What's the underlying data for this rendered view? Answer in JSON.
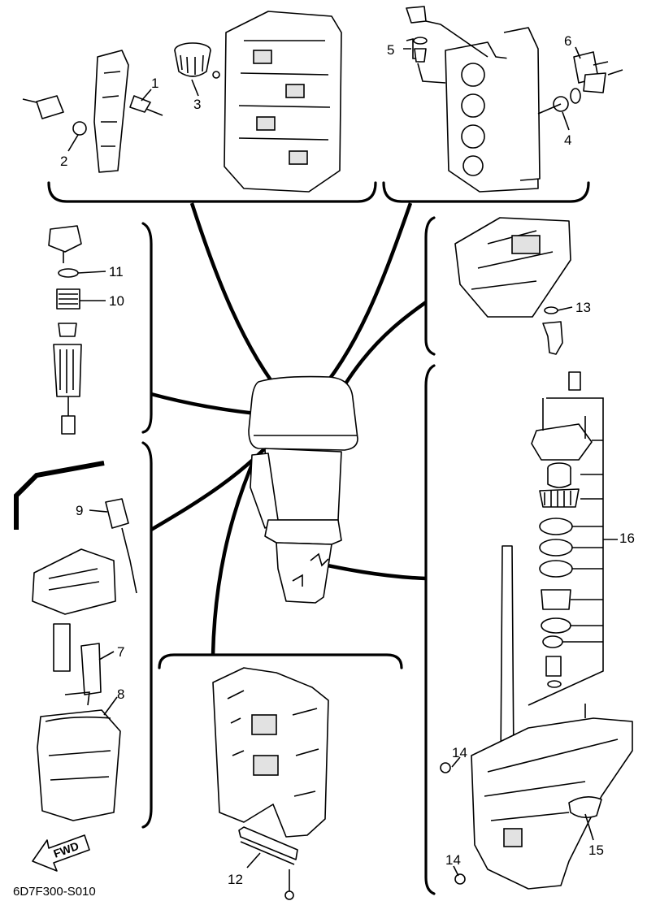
{
  "diagram_code": "6D7F300-S010",
  "forward_label": "FWD",
  "callouts": [
    {
      "id": "1",
      "label": "1"
    },
    {
      "id": "2",
      "label": "2"
    },
    {
      "id": "3",
      "label": "3"
    },
    {
      "id": "4",
      "label": "4"
    },
    {
      "id": "5",
      "label": "5"
    },
    {
      "id": "6",
      "label": "6"
    },
    {
      "id": "7",
      "label": "7"
    },
    {
      "id": "8",
      "label": "8"
    },
    {
      "id": "9",
      "label": "9"
    },
    {
      "id": "10",
      "label": "10"
    },
    {
      "id": "11",
      "label": "11"
    },
    {
      "id": "12",
      "label": "12"
    },
    {
      "id": "13",
      "label": "13"
    },
    {
      "id": "14a",
      "label": "14"
    },
    {
      "id": "14b",
      "label": "14"
    },
    {
      "id": "15",
      "label": "15"
    },
    {
      "id": "16",
      "label": "16"
    }
  ]
}
